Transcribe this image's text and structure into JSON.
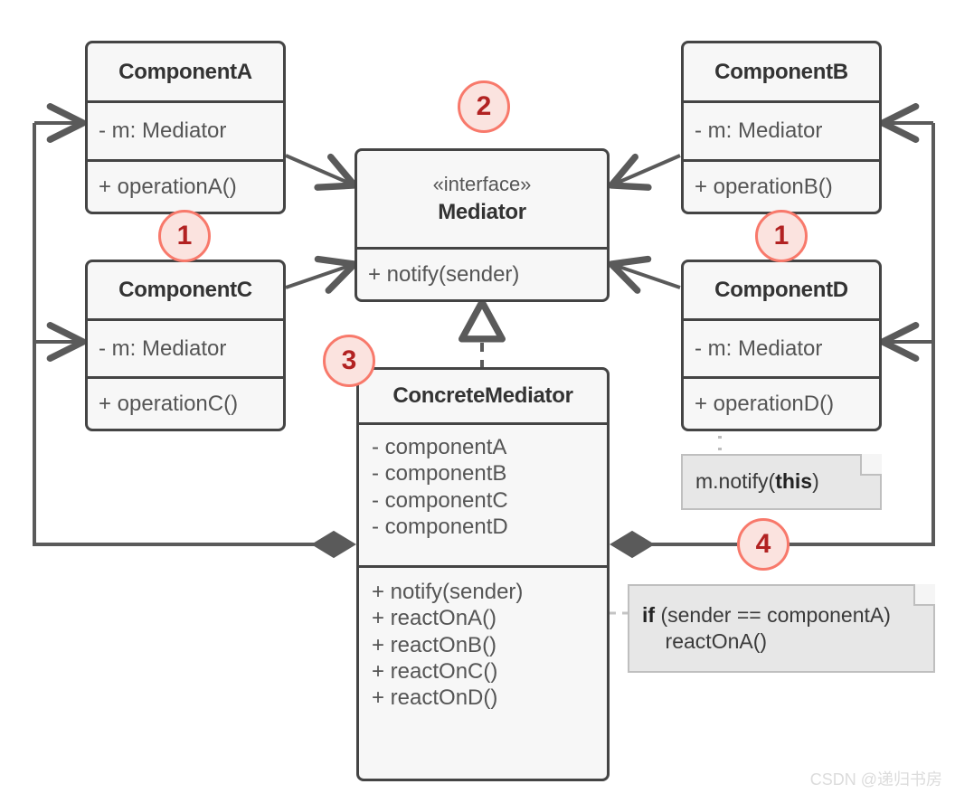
{
  "diagram": {
    "title": "Mediator design pattern UML class diagram",
    "colors": {
      "box_fill": "#f7f7f7",
      "box_border": "#444444",
      "note_fill": "#e7e7e7",
      "note_border": "#bfbfbf",
      "edge": "#5a5a5a",
      "badge_fill": "#fbe3df",
      "badge_border": "#f8796b",
      "badge_text": "#b22222",
      "text": "#555555",
      "background": "#ffffff"
    }
  },
  "classes": {
    "component_a": {
      "name": "ComponentA",
      "fields": [
        "- m: Mediator"
      ],
      "methods": [
        "+ operationA()"
      ]
    },
    "component_b": {
      "name": "ComponentB",
      "fields": [
        "- m: Mediator"
      ],
      "methods": [
        "+ operationB()"
      ]
    },
    "component_c": {
      "name": "ComponentC",
      "fields": [
        "- m: Mediator"
      ],
      "methods": [
        "+ operationC()"
      ]
    },
    "component_d": {
      "name": "ComponentD",
      "fields": [
        "- m: Mediator"
      ],
      "methods": [
        "+ operationD()"
      ]
    },
    "mediator": {
      "stereotype": "«interface»",
      "name": "Mediator",
      "methods": [
        "+ notify(sender)"
      ]
    },
    "concrete_mediator": {
      "name": "ConcreteMediator",
      "fields": [
        "- componentA",
        "- componentB",
        "- componentC",
        "- componentD"
      ],
      "methods": [
        "+ notify(sender)",
        "+ reactOnA()",
        "+ reactOnB()",
        "+ reactOnC()",
        "+ reactOnD()"
      ]
    }
  },
  "notes": {
    "notify_this": {
      "line1_prefix": "m.notify(",
      "line1_bold": "this",
      "line1_suffix": ")"
    },
    "react_branch": {
      "line1_bold": "if",
      "line1_rest": " (sender == componentA)",
      "line2": "    reactOnA()"
    }
  },
  "badges": [
    {
      "label": "1",
      "id": "badge-left-1"
    },
    {
      "label": "2",
      "id": "badge-mediator-2"
    },
    {
      "label": "1",
      "id": "badge-right-1"
    },
    {
      "label": "3",
      "id": "badge-concrete-3"
    },
    {
      "label": "4",
      "id": "badge-aggregation-4"
    }
  ],
  "watermark": {
    "text": "CSDN @递归书房"
  }
}
